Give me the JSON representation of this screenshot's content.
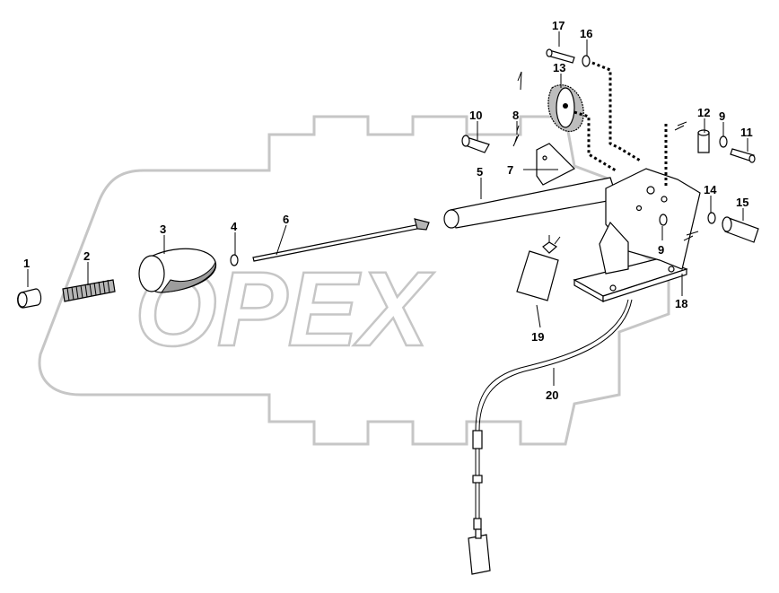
{
  "watermark": {
    "text": "OPEX"
  },
  "callouts": [
    {
      "id": "1",
      "label": "1"
    },
    {
      "id": "2",
      "label": "2"
    },
    {
      "id": "3",
      "label": "3"
    },
    {
      "id": "4",
      "label": "4"
    },
    {
      "id": "5",
      "label": "5"
    },
    {
      "id": "6",
      "label": "6"
    },
    {
      "id": "7",
      "label": "7"
    },
    {
      "id": "8",
      "label": "8"
    },
    {
      "id": "9a",
      "label": "9"
    },
    {
      "id": "9b",
      "label": "9"
    },
    {
      "id": "10",
      "label": "10"
    },
    {
      "id": "11",
      "label": "11"
    },
    {
      "id": "12",
      "label": "12"
    },
    {
      "id": "13",
      "label": "13"
    },
    {
      "id": "14",
      "label": "14"
    },
    {
      "id": "15",
      "label": "15"
    },
    {
      "id": "16",
      "label": "16"
    },
    {
      "id": "17",
      "label": "17"
    },
    {
      "id": "18",
      "label": "18"
    },
    {
      "id": "19",
      "label": "19"
    },
    {
      "id": "20",
      "label": "20"
    }
  ]
}
